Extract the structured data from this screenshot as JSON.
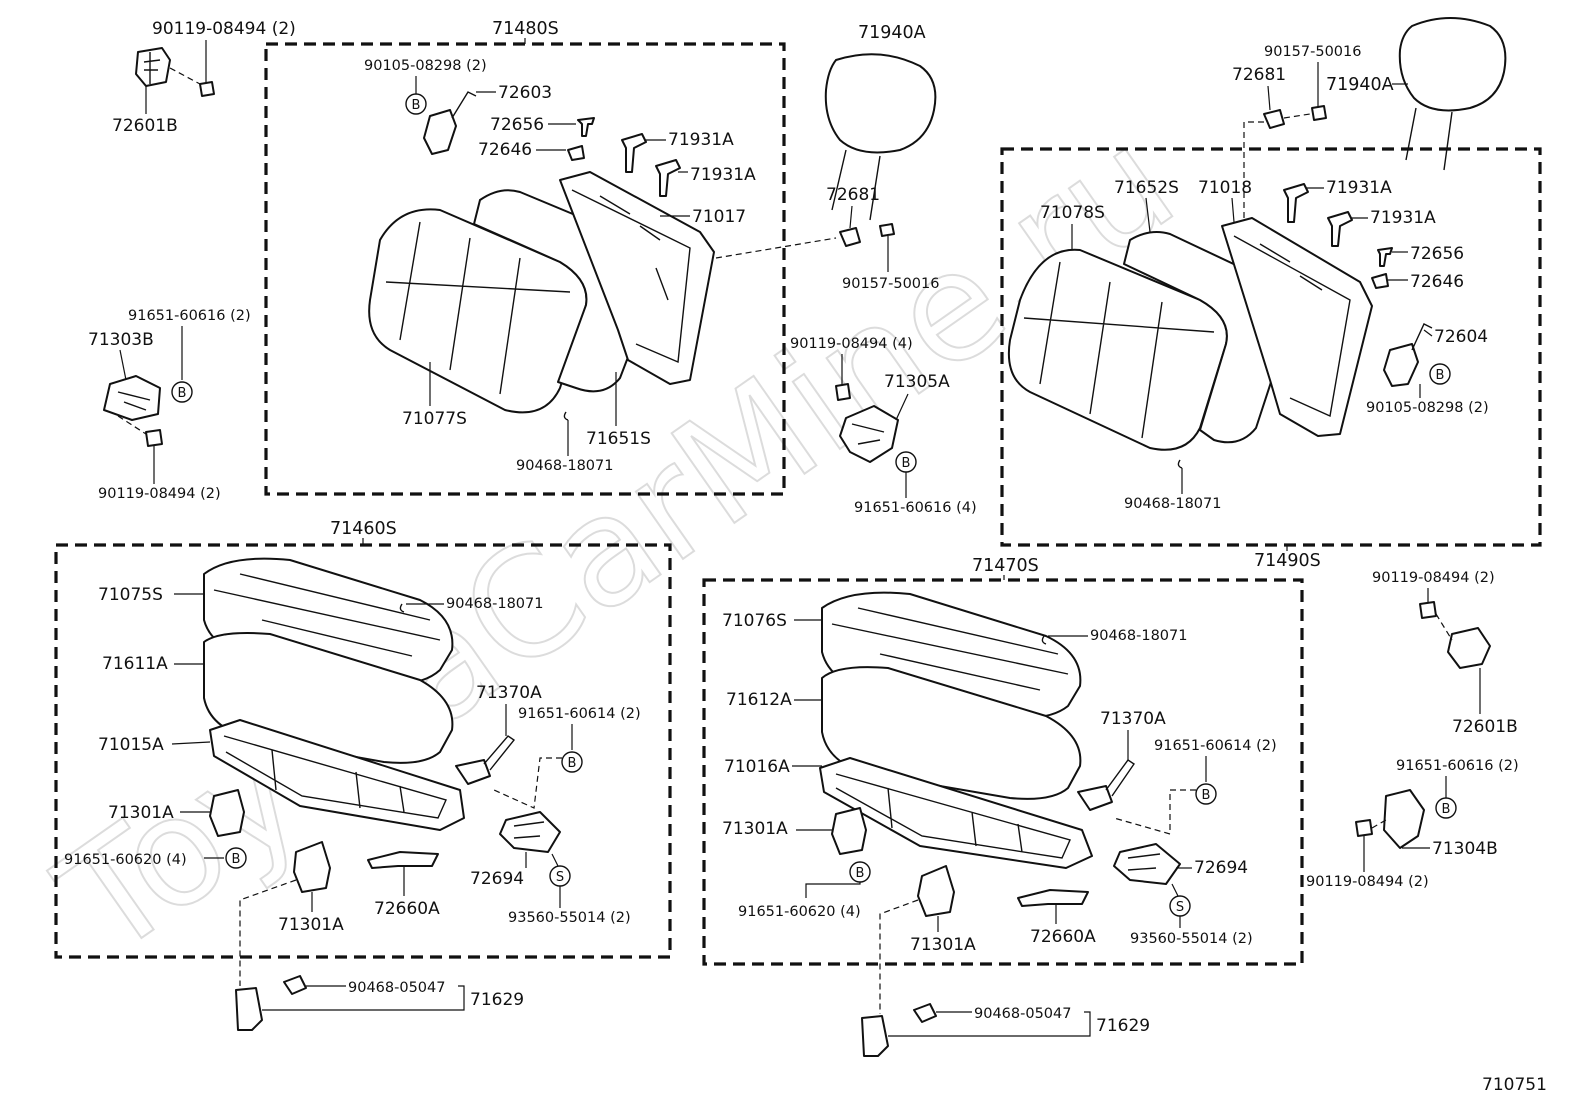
{
  "watermark": "ToyotaCarMine.ru",
  "diagram_id": "710751",
  "group_labels": {
    "g_71480S": "71480S",
    "g_71460S": "71460S",
    "g_71470S": "71470S",
    "g_71490S": "71490S"
  },
  "callout_letters": {
    "b": "B",
    "s": "S"
  },
  "labels": {
    "l01": "90119-08494 (2)",
    "l02": "72601B",
    "l03": "90105-08298 (2)",
    "l04": "72603",
    "l05": "72656",
    "l06": "71931A",
    "l07": "72646",
    "l08": "71931A",
    "l09": "71017",
    "l10": "71077S",
    "l11": "71651S",
    "l12": "90468-18071",
    "l13": "91651-60616 (2)",
    "l14": "71303B",
    "l15": "90119-08494 (2)",
    "l16": "71940A",
    "l17": "72681",
    "l18": "90157-50016",
    "l19": "90119-08494 (4)",
    "l20": "71305A",
    "l21": "91651-60616 (4)",
    "l22": "90157-50016",
    "l23": "72681",
    "l24": "71940A",
    "l25": "71078S",
    "l26": "71652S",
    "l27": "71018",
    "l28": "71931A",
    "l29": "71931A",
    "l30": "72656",
    "l31": "72646",
    "l32": "72604",
    "l33": "90105-08298 (2)",
    "l34": "90468-18071",
    "l35": "71075S",
    "l36": "90468-18071",
    "l37": "71611A",
    "l38": "71370A",
    "l39": "91651-60614 (2)",
    "l40": "71015A",
    "l41": "71301A",
    "l42": "91651-60620 (4)",
    "l43": "72694",
    "l44": "71301A",
    "l45": "72660A",
    "l46": "93560-55014 (2)",
    "l47": "90468-05047",
    "l48": "71629",
    "l49": "71076S",
    "l50": "90468-18071",
    "l51": "71612A",
    "l52": "71370A",
    "l53": "91651-60614 (2)",
    "l54": "71016A",
    "l55": "71301A",
    "l56": "91651-60620 (4)",
    "l57": "72694",
    "l58": "71301A",
    "l59": "72660A",
    "l60": "93560-55014 (2)",
    "l61": "90468-05047",
    "l62": "71629",
    "l63": "90119-08494 (2)",
    "l64": "72601B",
    "l65": "91651-60616 (2)",
    "l66": "71304B",
    "l67": "90119-08494 (2)"
  }
}
